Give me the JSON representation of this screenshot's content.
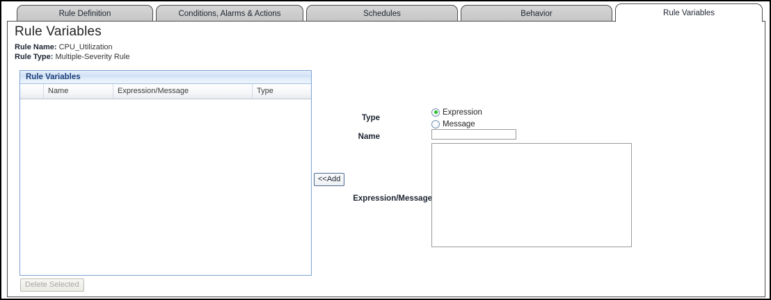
{
  "tabs": [
    {
      "label": "Rule Definition",
      "active": false
    },
    {
      "label": "Conditions, Alarms & Actions",
      "active": false
    },
    {
      "label": "Schedules",
      "active": false
    },
    {
      "label": "Behavior",
      "active": false
    },
    {
      "label": "Rule Variables",
      "active": true
    }
  ],
  "page": {
    "title": "Rule Variables",
    "rule_name_label": "Rule Name:",
    "rule_name_value": "CPU_Utilization",
    "rule_type_label": "Rule Type:",
    "rule_type_value": "Multiple-Severity Rule"
  },
  "table": {
    "panel_title": "Rule Variables",
    "columns": [
      "",
      "Name",
      "Expression/Message",
      "Type"
    ],
    "rows": [],
    "delete_button_label": "Delete Selected",
    "delete_button_enabled": false
  },
  "form": {
    "type_label": "Type",
    "type_options": [
      {
        "label": "Expression",
        "selected": true
      },
      {
        "label": "Message",
        "selected": false
      }
    ],
    "name_label": "Name",
    "name_value": "",
    "name_placeholder": "",
    "expression_label": "Expression/Message",
    "expression_value": "",
    "expression_placeholder": "",
    "add_button_label": "<<Add"
  },
  "colors": {
    "panel_title_text": "#1b3f7a",
    "panel_border": "#7ba3d0",
    "radio_selected_dot": "#22c022",
    "tab_face": "#cccccc",
    "active_tab_face": "#ffffff",
    "window_border": "#000000"
  }
}
